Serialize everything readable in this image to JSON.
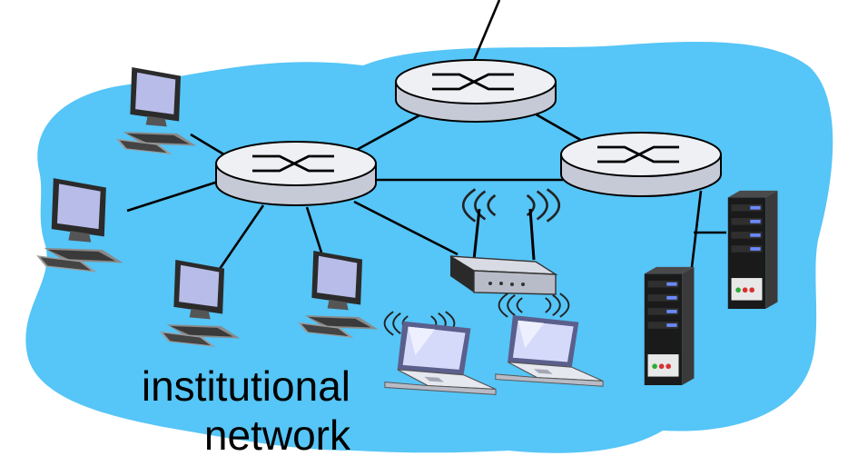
{
  "caption": {
    "line1": "institutional",
    "line2": "network"
  },
  "colors": {
    "cloud": "#56C5F7",
    "link": "#000000",
    "router_body": "#dfe2ea",
    "server_body": "#1a1a1a",
    "screen": "#b8bce8"
  },
  "devices": {
    "routers": [
      "router-top",
      "router-left",
      "router-right"
    ],
    "desktops": [
      "desktop-1",
      "desktop-2",
      "desktop-3",
      "desktop-4"
    ],
    "laptops": [
      "laptop-1",
      "laptop-2"
    ],
    "servers": [
      "server-1",
      "server-2"
    ],
    "access_point": "wireless-access-point"
  }
}
